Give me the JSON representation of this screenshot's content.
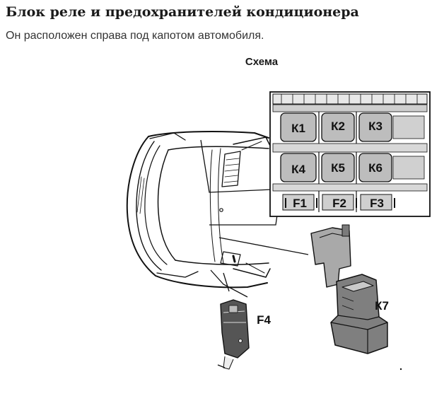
{
  "page": {
    "title": "Блок реле и предохранителей кондиционера",
    "subtitle": "Он расположен справа под капотом автомобиля.",
    "figure_caption": "Схема"
  },
  "diagram": {
    "relays": [
      {
        "label": "К1"
      },
      {
        "label": "К2"
      },
      {
        "label": "К3"
      },
      {
        "label": "К4"
      },
      {
        "label": "К5"
      },
      {
        "label": "К6"
      }
    ],
    "fuses": [
      {
        "label": "F1"
      },
      {
        "label": "F2"
      },
      {
        "label": "F3"
      }
    ],
    "fuse_f4_label": "F4",
    "relay_k7_label": "К7"
  }
}
